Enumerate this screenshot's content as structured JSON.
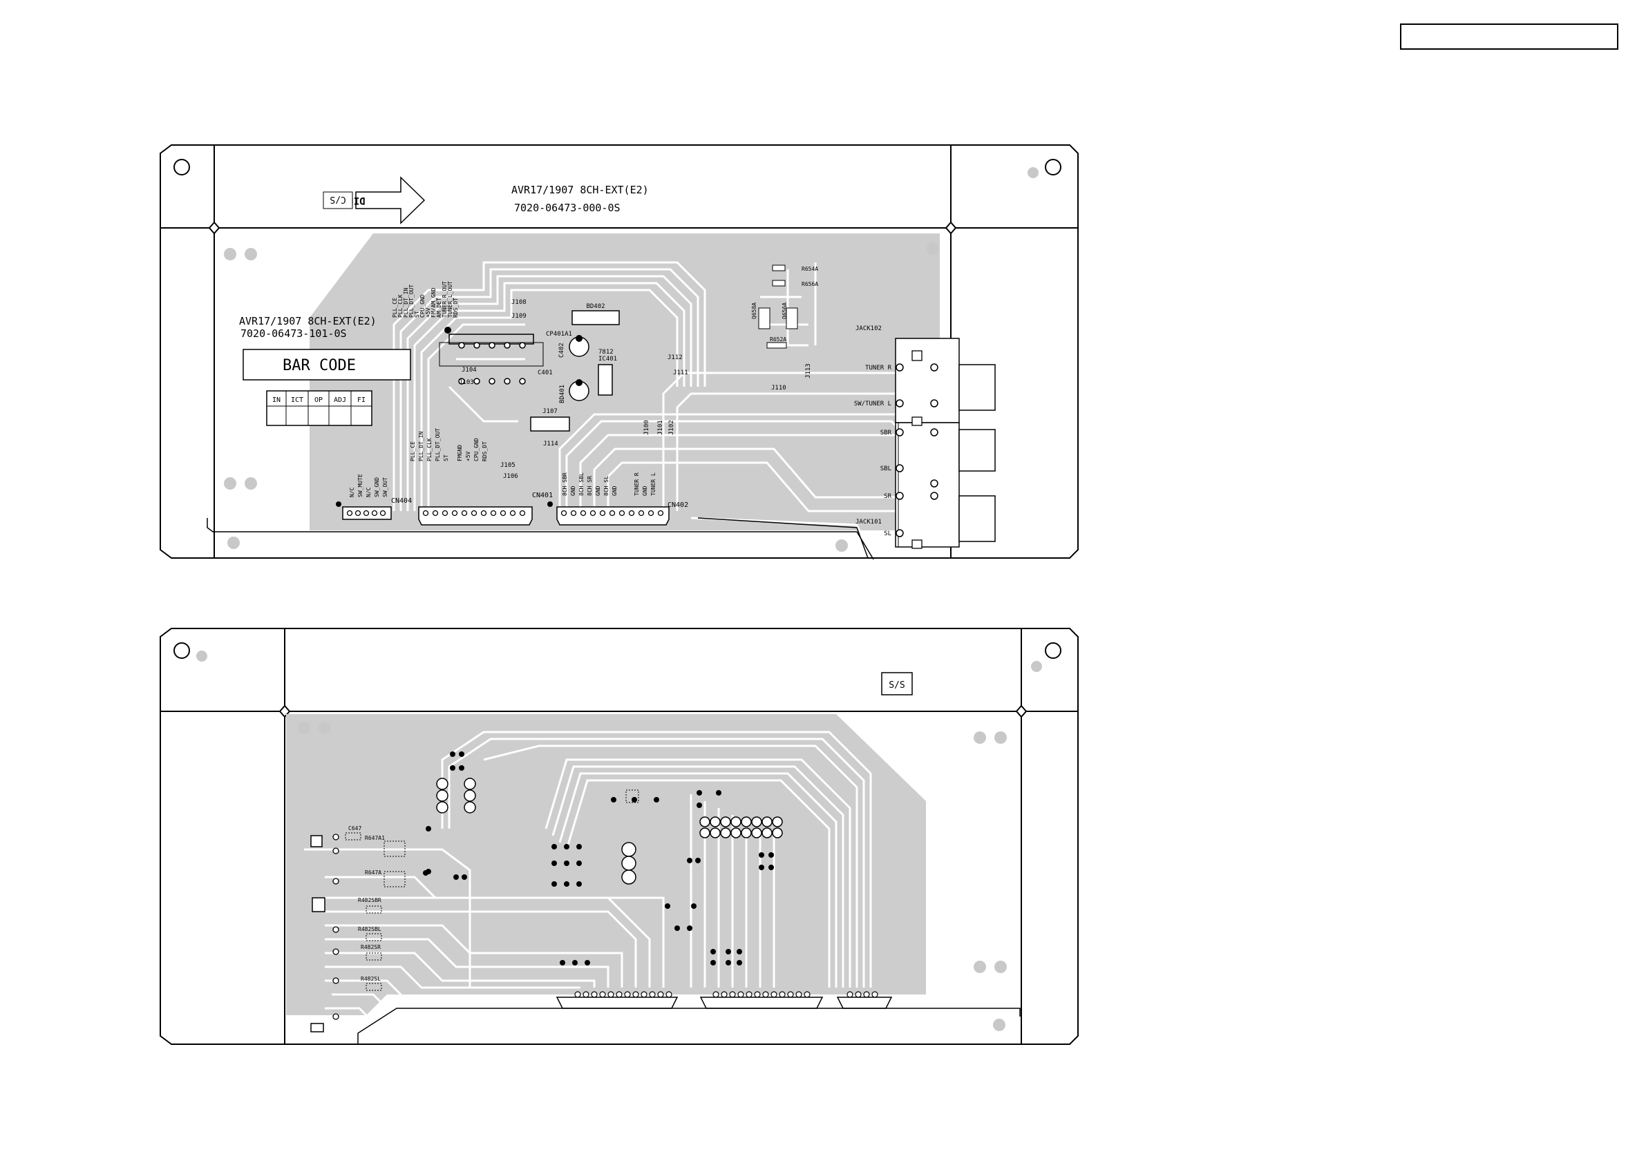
{
  "header": {
    "box_text": ""
  },
  "top_board": {
    "title_line1": "AVR17/1907 8CH-EXT(E2)",
    "title_line2": "7020-06473-000-0S",
    "sub_title_line1": "AVR17/1907 8CH-EXT(E2)",
    "sub_title_line2": "7020-06473-101-0S",
    "barcode_label": "BAR CODE",
    "inspection_table": [
      "IN",
      "ICT",
      "OP",
      "ADJ",
      "FI"
    ],
    "arrow_label": "DIP",
    "side_label": "C/S",
    "connectors": [
      "CN404",
      "CN401",
      "CN402"
    ],
    "jacks": [
      "JACK102",
      "JACK101"
    ],
    "jack_labels": [
      "TUNER R",
      "SW/TUNER L",
      "SBR",
      "SBL",
      "SR",
      "SL"
    ],
    "parts": [
      "J108",
      "J109",
      "BD402",
      "CP401A1",
      "C402",
      "7812",
      "IC401",
      "J104",
      "J103",
      "J107",
      "C401",
      "BD401",
      "J114",
      "J112",
      "J111",
      "J110",
      "J113",
      "J105",
      "J106",
      "J100",
      "J101",
      "J102",
      "R654A",
      "R656A",
      "Q658A",
      "Q656A",
      "R652A"
    ],
    "cn404_pins": [
      "N/C",
      "SW_MUTE",
      "N/C",
      "SW_GND",
      "SW_OUT"
    ],
    "cn401_pins": [
      "PLL_CE",
      "PLL_DT_IN",
      "PLL_CLK",
      "PLL_DT_OUT",
      "ST",
      "FMGND",
      "+5V",
      "CPU_GND",
      "RDS_DT"
    ],
    "cn402_pins": [
      "8CH SBR",
      "GND",
      "8CH SBL",
      "8CH SR",
      "GND",
      "8CH SL",
      "GND",
      "TUNER R",
      "GND",
      "TUNER L"
    ],
    "top_pin_labels": [
      "PLL_CE",
      "PLL_CLK",
      "PLL_DT_IN",
      "PLL_DT_OUT",
      "ST",
      "CPU_GND",
      "+5V",
      "FM/AM_GND",
      "AM_DET",
      "TUNER_R_OUT",
      "TUNER_L_OUT",
      "RDS_DT"
    ]
  },
  "bottom_board": {
    "side_label": "S/S",
    "parts": [
      "C647",
      "R647A1",
      "R647A",
      "R482SBR",
      "R482SBL",
      "R482SR",
      "R482SL"
    ]
  }
}
